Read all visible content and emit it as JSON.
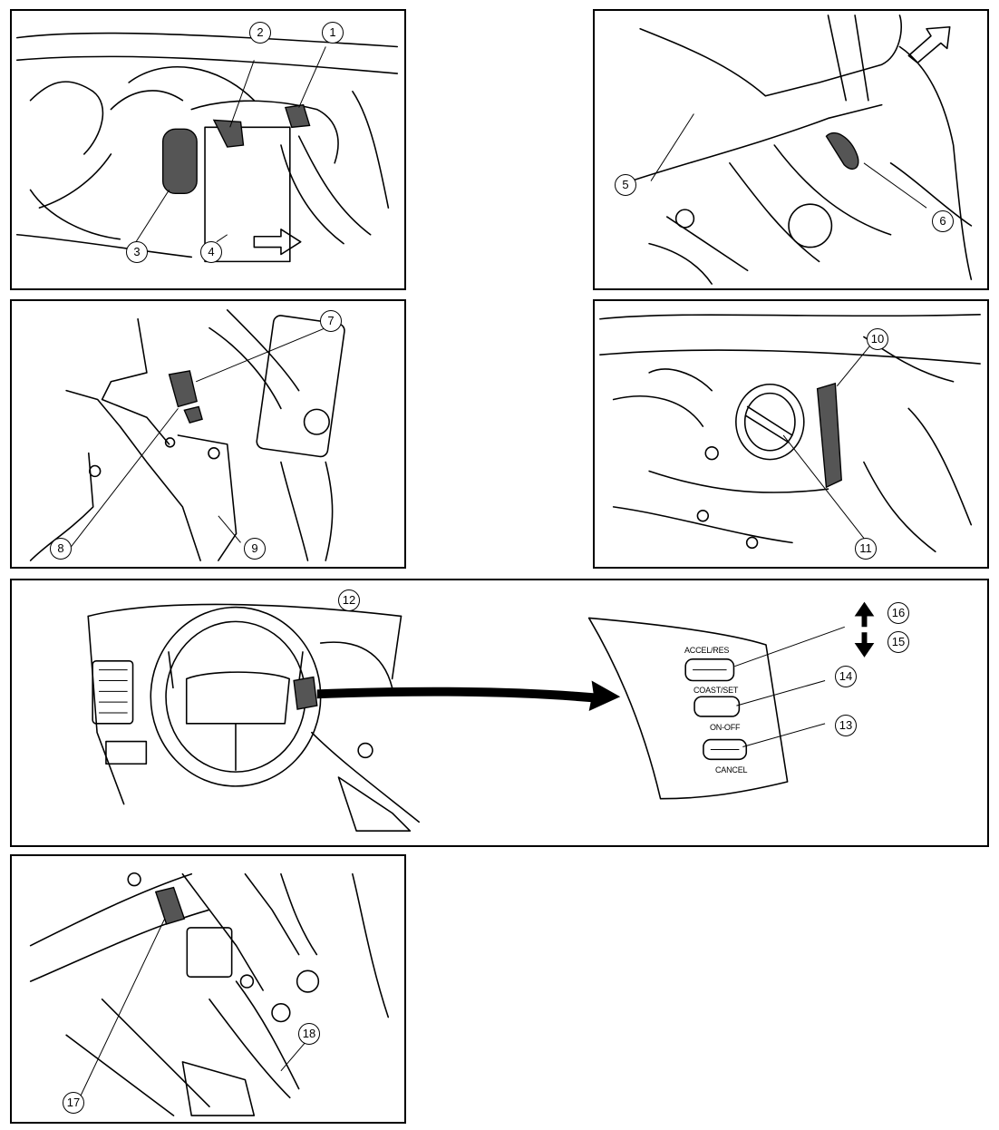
{
  "callouts": [
    "1",
    "2",
    "3",
    "4",
    "5",
    "6",
    "7",
    "8",
    "9",
    "10",
    "11",
    "12",
    "13",
    "14",
    "15",
    "16",
    "17",
    "18"
  ],
  "switch_labels": {
    "accel_res": "ACCEL/RES",
    "coast_set": "COAST/SET",
    "on_off": "ON-OFF",
    "cancel": "CANCEL"
  },
  "icons": [
    "direction-arrow-icon",
    "up-arrow-icon",
    "down-arrow-icon",
    "pointer-arrow-icon"
  ]
}
